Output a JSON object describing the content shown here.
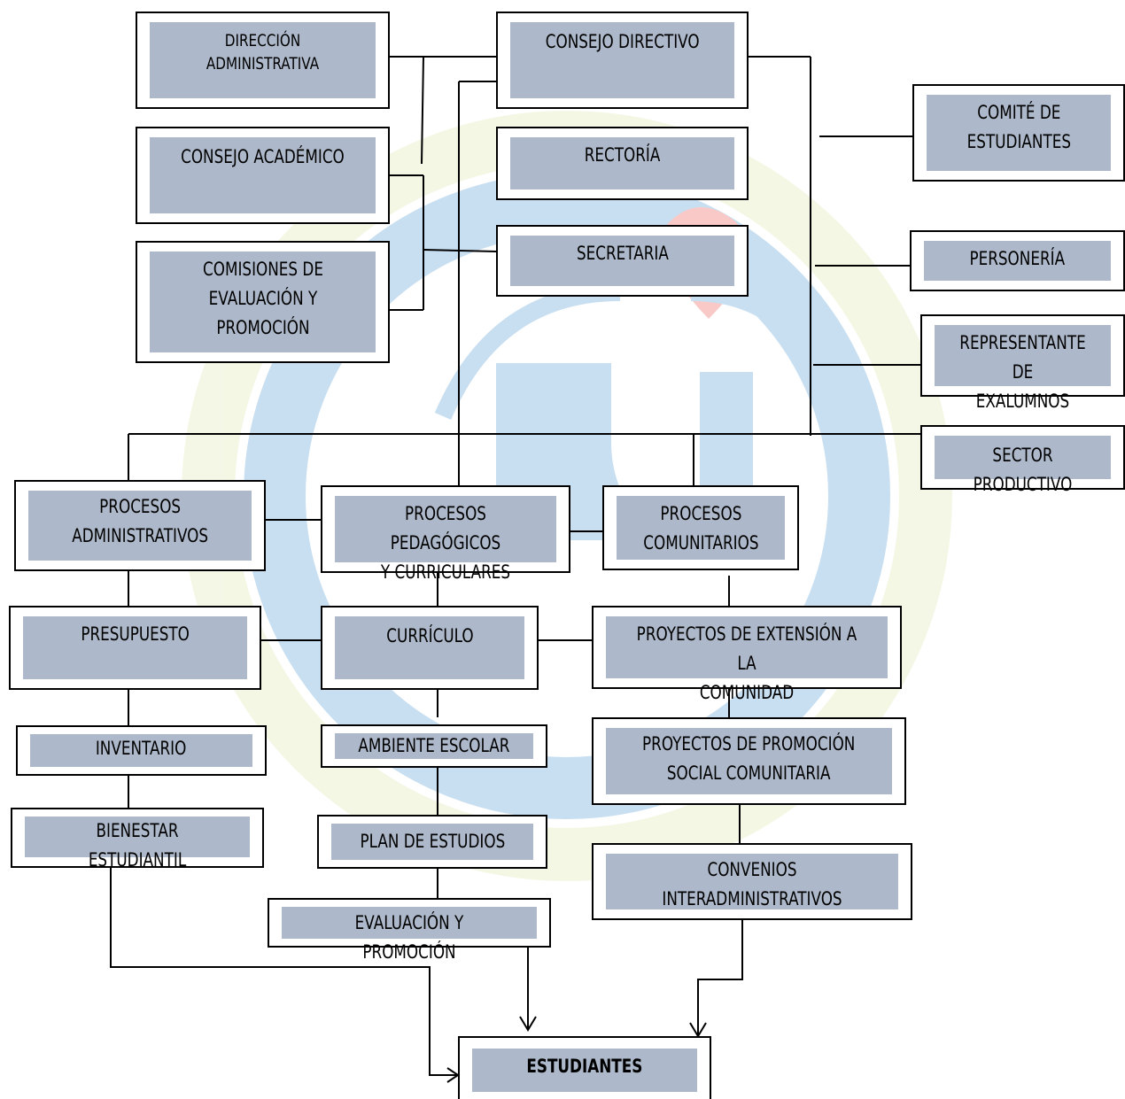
{
  "colors": {
    "box_fill": "#adb9ca",
    "line": "#000000",
    "watermark_blue": "#3c8fd0",
    "watermark_green": "#d6e3a0",
    "watermark_red": "#e8423a"
  },
  "nodes": {
    "direccion_administrativa": "DIRECCIÓN ADMINISTRATIVA",
    "consejo_directivo": "CONSEJO DIRECTIVO",
    "comite_estudiantes": "COMITÉ DE\nESTUDIANTES",
    "rectoria": "RECTORÍA",
    "consejo_academico": "CONSEJO ACADÉMICO",
    "secretaria": "SECRETARIA",
    "personeria": "PERSONERÍA",
    "comisiones": "COMISIONES DE\nEVALUACIÓN Y\nPROMOCIÓN",
    "representante_exalumnos": "REPRESENTANTE DE\nEXALUMNOS",
    "sector_productivo": "SECTOR PRODUCTIVO",
    "procesos_administrativos": "PROCESOS\nADMINISTRATIVOS",
    "procesos_pedagogicos": "PROCESOS PEDAGÓGICOS\nY CURRICULARES",
    "procesos_comunitarios": "PROCESOS\nCOMUNITARIOS",
    "presupuesto": "PRESUPUESTO",
    "curriculo": "CURRÍCULO",
    "proyectos_extension": "PROYECTOS DE EXTENSIÓN A LA\nCOMUNIDAD",
    "inventario": "INVENTARIO",
    "ambiente_escolar": "AMBIENTE ESCOLAR",
    "proyectos_promocion": "PROYECTOS DE PROMOCIÓN\nSOCIAL COMUNITARIA",
    "bienestar_estudiantil": "BIENESTAR ESTUDIANTIL",
    "plan_estudios": "PLAN DE ESTUDIOS",
    "convenios": "CONVENIOS\nINTERADMINISTRATIVOS",
    "evaluacion_promocion": "EVALUACIÓN Y PROMOCIÓN",
    "estudiantes": "ESTUDIANTES"
  }
}
